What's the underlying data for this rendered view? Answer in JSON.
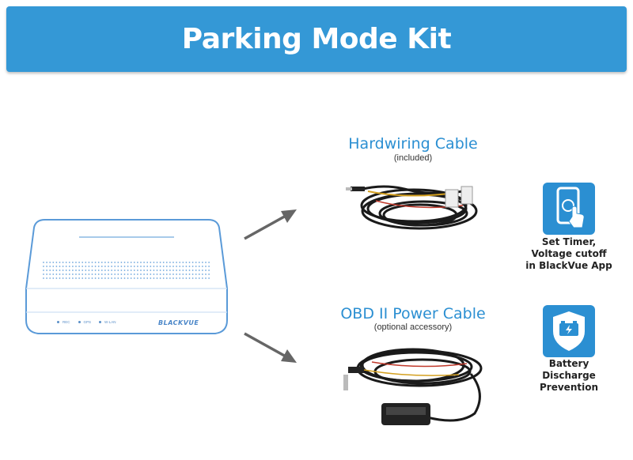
{
  "banner": {
    "title": "Parking Mode Kit"
  },
  "device": {
    "leds": [
      "REC",
      "GPS",
      "W-LAN"
    ],
    "brand": "BLACKVUE"
  },
  "items": [
    {
      "title": "Hardwiring Cable",
      "subtitle": "(included)"
    },
    {
      "title": "OBD II Power Cable",
      "subtitle": "(optional accessory)"
    }
  ],
  "features": [
    {
      "icon": "smartphone-app-icon",
      "label": "Set Timer,\nVoltage cutoff\nin BlackVue App"
    },
    {
      "icon": "battery-shield-icon",
      "label": "Battery\nDischarge\nPrevention"
    }
  ],
  "colors": {
    "accent": "#3498d6",
    "title_blue": "#2b8fd2",
    "device_outline": "#5a9ad8"
  }
}
